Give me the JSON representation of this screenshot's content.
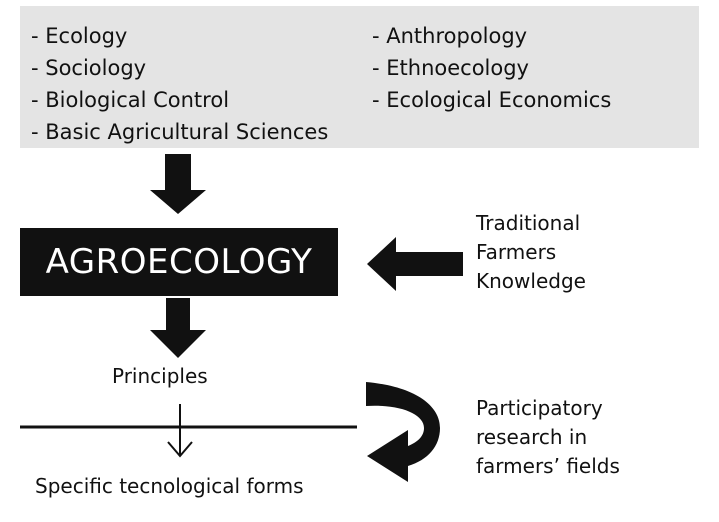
{
  "disciplines": {
    "left": [
      "- Ecology",
      "- Sociology",
      "- Biological Control",
      "- Basic Agricultural Sciences"
    ],
    "right": [
      "- Anthropology",
      "- Ethnoecology",
      "- Ecological Economics"
    ]
  },
  "center_label": "AGROECOLOGY",
  "traditional_knowledge": [
    "Traditional",
    "Farmers",
    "Knowledge"
  ],
  "principles_label": "Principles",
  "specific_forms_label": "Specific tecnological forms",
  "participatory_research": [
    "Participatory",
    "research in",
    "farmers’ fields"
  ],
  "colors": {
    "box_background": "#e4e4e4",
    "agro_background": "#111111",
    "agro_text": "#ffffff",
    "arrow": "#111111"
  }
}
